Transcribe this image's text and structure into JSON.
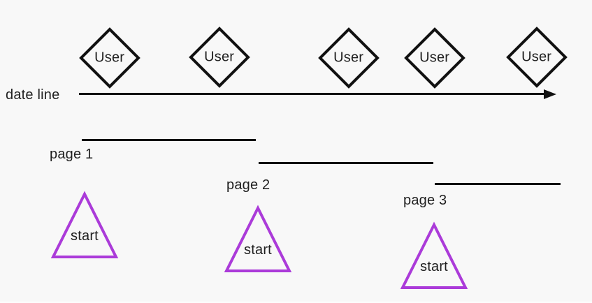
{
  "colors": {
    "background": "#f8f8f8",
    "shape_stroke": "#111111",
    "text": "#1f1f1f",
    "triangle_stroke": "#ab3bd9"
  },
  "timeline": {
    "label": "date line"
  },
  "diamonds": [
    {
      "label": "User"
    },
    {
      "label": "User"
    },
    {
      "label": "User"
    },
    {
      "label": "User"
    },
    {
      "label": "User"
    }
  ],
  "pages": [
    {
      "label": "page 1"
    },
    {
      "label": "page 2"
    },
    {
      "label": "page 3"
    }
  ],
  "triangles": [
    {
      "label": "start"
    },
    {
      "label": "start"
    },
    {
      "label": "start"
    }
  ]
}
